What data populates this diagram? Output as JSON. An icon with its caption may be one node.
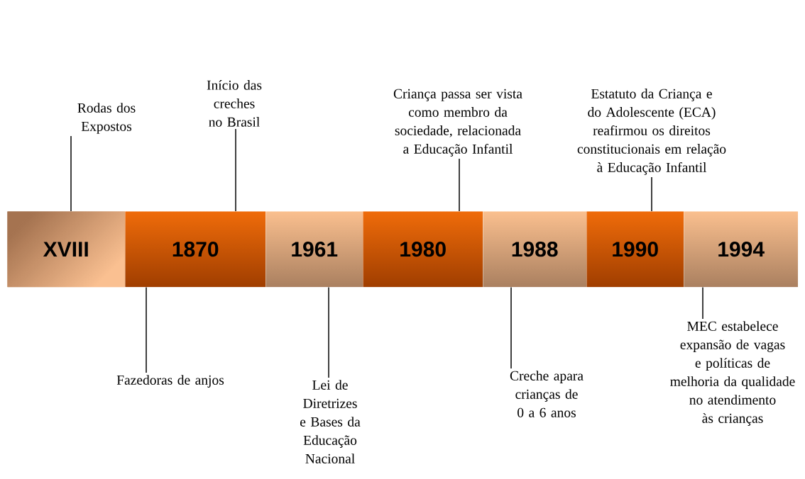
{
  "diagram": {
    "nodes": [
      {
        "text": [
          "XVIII"
        ]
      },
      {
        "text": [
          "1870"
        ]
      },
      {
        "text": [
          "1961"
        ]
      },
      {
        "text": [
          "1980"
        ]
      },
      {
        "text": [
          "1988"
        ]
      },
      {
        "text": [
          "1990"
        ]
      },
      {
        "text": [
          "1994"
        ]
      },
      {
        "text": [
          "Rodas dos Expostos"
        ]
      },
      {
        "text": [
          "Início das creches no Brasil"
        ]
      },
      {
        "text": [
          "Criança passa ser vista como membro da sociedade, relacionada a Educação Infantil"
        ]
      },
      {
        "text": [
          "Estatuto da Criança e do Adolescente (ECA) reafirmou os direitos constitucionais em relação à Educação Infantil"
        ]
      },
      {
        "text": [
          "Fazedoras de anjos"
        ]
      },
      {
        "text": [
          "Lei de Diretrizes e Bases da Educação Nacional"
        ]
      },
      {
        "text": [
          "Creche apara crianças de 0 a 6 anos"
        ]
      },
      {
        "text": [
          "MEC estabelece expansão de vagas e políticas de melhoria da qualidade no atendimento às crianças"
        ]
      }
    ],
    "edges": [
      {
        "from": 7,
        "to": 0,
        "arrow": "none"
      },
      {
        "from": 8,
        "to": 1,
        "arrow": "none"
      },
      {
        "from": 9,
        "to": 3,
        "arrow": "none"
      },
      {
        "from": 10,
        "to": 5,
        "arrow": "none"
      },
      {
        "from": 11,
        "to": 1,
        "arrow": "none"
      },
      {
        "from": 12,
        "to": 2,
        "arrow": "none"
      },
      {
        "from": 13,
        "to": 4,
        "arrow": "none"
      },
      {
        "from": 14,
        "to": 6,
        "arrow": "none"
      }
    ]
  }
}
